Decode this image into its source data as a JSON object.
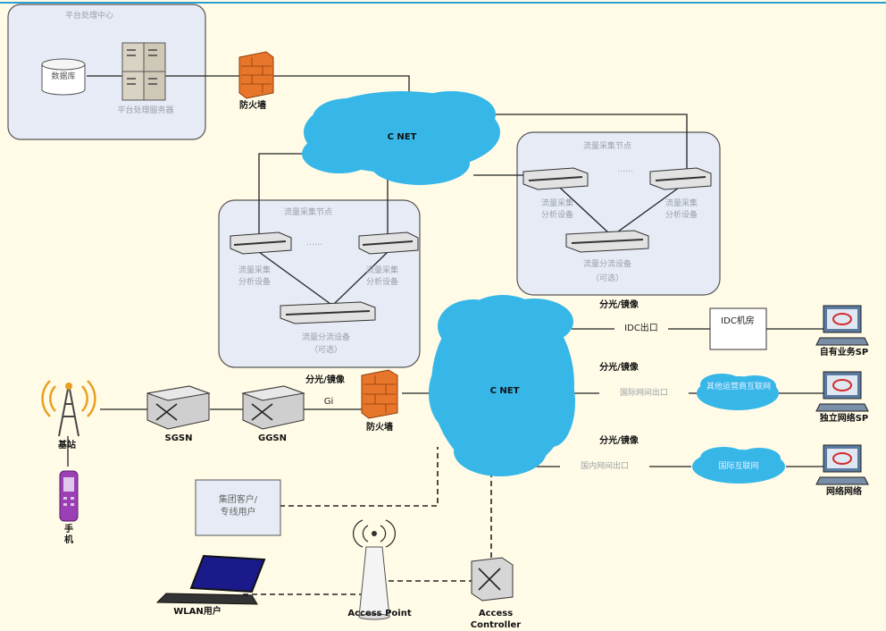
{
  "colors": {
    "background": "#fffbe7",
    "top_border": "#2aa0d0",
    "cloud": "#36b7e8",
    "zone_fill": "#e6ebf5",
    "firewall": "#e8762a"
  },
  "zones": {
    "platform_center": "平台处理中心",
    "probe_node_1": "流量采集节点",
    "probe_node_2": "流量采集节点"
  },
  "labels": {
    "database": "数据库",
    "platform_server": "平台处理服务器",
    "firewall_top": "防火墙",
    "firewall_mid": "防火墙",
    "cnet_top": "C NET",
    "cnet_main": "C NET",
    "probe_a1": "流量采集",
    "probe_a2": "分析设备",
    "probe_b1": "流量采集",
    "probe_b2": "分析设备",
    "probe_c1": "流量采集",
    "probe_c2": "分析设备",
    "probe_d1": "流量采集",
    "probe_d2": "分析设备",
    "splitter_1": "流量分流设备",
    "splitter_1_opt": "（可选）",
    "splitter_2": "流量分流设备",
    "splitter_2_opt": "（可选）",
    "dots": "……",
    "split_mirror_1": "分光/镜像",
    "split_mirror_2": "分光/镜像",
    "split_mirror_3": "分光/镜像",
    "split_mirror_4": "分光/镜像",
    "idc_exit": "IDC出口",
    "idc_box": "IDC机房",
    "intl_exit": "国际网间出口",
    "intl_cloud": "其他运营商互联网",
    "domestic_exit": "国内网间出口",
    "domestic_cloud": "国际互联网",
    "own_sp": "自有业务SP",
    "independent_sp": "独立网络SP",
    "inter_network": "网络网络",
    "base_station": "基站",
    "phone": "手机",
    "sgsn": "SGSN",
    "ggsn": "GGSN",
    "gi": "Gi",
    "group_customer_1": "集团客户/",
    "group_customer_2": "专线用户",
    "access_point": "Access Point",
    "access_controller_1": "Access",
    "access_controller_2": "Controller",
    "wlan_user": "WLAN用户"
  }
}
